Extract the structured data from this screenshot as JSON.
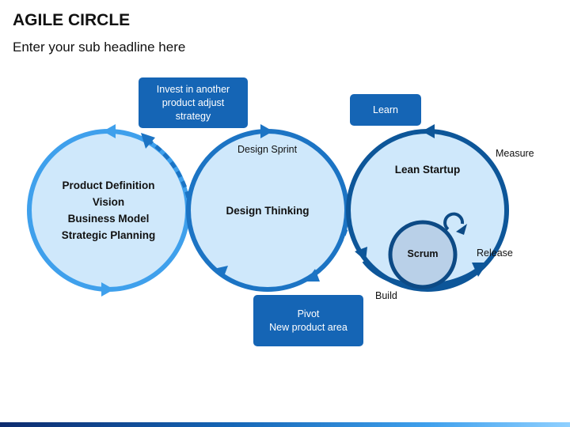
{
  "header": {
    "title": "AGILE CIRCLE",
    "subtitle": "Enter your sub headline here"
  },
  "colors": {
    "circle_fill": "#cfe8fb",
    "left_ring": "#3fa0ec",
    "middle_ring": "#1c74c4",
    "right_ring": "#0d5699",
    "box": "#1565b5",
    "scrum_fill": "#b9d0e8",
    "scrum_ring": "#0d4a85"
  },
  "circles": {
    "left": {
      "lines": [
        "Product Definition",
        "Vision",
        "Business Model",
        "Strategic Planning"
      ]
    },
    "middle": {
      "title": "Design Thinking",
      "top_label": "Design Sprint"
    },
    "right": {
      "title": "Lean Startup",
      "labels": {
        "measure": "Measure",
        "release": "Release",
        "build": "Build"
      },
      "scrum": "Scrum"
    }
  },
  "boxes": {
    "invest": [
      "Invest in another",
      "product adjust",
      "strategy"
    ],
    "learn": "Learn",
    "pivot": [
      "Pivot",
      "New product area"
    ]
  },
  "icons": [
    "arrow-head-icon",
    "loop-arrow-icon"
  ]
}
